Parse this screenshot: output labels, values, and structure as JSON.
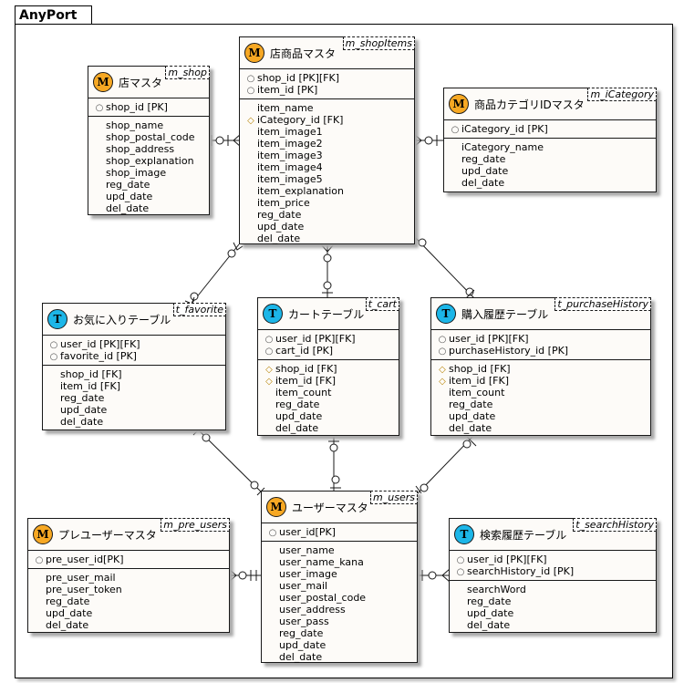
{
  "package": {
    "name": "AnyPort"
  },
  "entities": {
    "m_shop": {
      "title": "店マスタ",
      "tag": "m_shop",
      "stereo": "M",
      "keys": [
        {
          "mark": "pk",
          "text": "shop_id [PK]"
        }
      ],
      "attrs": [
        "shop_name",
        "shop_postal_code",
        "shop_address",
        "shop_explanation",
        "shop_image",
        "reg_date",
        "upd_date",
        "del_date"
      ]
    },
    "m_shopItems": {
      "title": "店商品マスタ",
      "tag": "m_shopItems",
      "stereo": "M",
      "keys": [
        {
          "mark": "pk",
          "text": "shop_id [PK][FK]"
        },
        {
          "mark": "pk",
          "text": "item_id [PK]"
        }
      ],
      "attrs": [
        "item_name",
        {
          "mark": "fk",
          "text": "iCategory_id [FK]"
        },
        "item_image1",
        "item_image2",
        "item_image3",
        "item_image4",
        "item_image5",
        "item_explanation",
        "item_price",
        "reg_date",
        "upd_date",
        "del_date"
      ]
    },
    "m_iCategory": {
      "title": "商品カテゴリIDマスタ",
      "tag": "m_iCategory",
      "stereo": "M",
      "keys": [
        {
          "mark": "pk",
          "text": "iCategory_id [PK]"
        }
      ],
      "attrs": [
        "iCategory_name",
        "reg_date",
        "upd_date",
        "del_date"
      ]
    },
    "t_favorite": {
      "title": "お気に入りテーブル",
      "tag": "t_favorite",
      "stereo": "T",
      "keys": [
        {
          "mark": "pk",
          "text": "user_id [PK][FK]"
        },
        {
          "mark": "pk",
          "text": "favorite_id [PK]"
        }
      ],
      "attrs": [
        "shop_id [FK]",
        "item_id [FK]",
        "reg_date",
        "upd_date",
        "del_date"
      ]
    },
    "t_cart": {
      "title": "カートテーブル",
      "tag": "t_cart",
      "stereo": "T",
      "keys": [
        {
          "mark": "pk",
          "text": "user_id [PK][FK]"
        },
        {
          "mark": "pk",
          "text": "cart_id [PK]"
        }
      ],
      "attrs": [
        {
          "mark": "fk",
          "text": "shop_id [FK]"
        },
        {
          "mark": "fk",
          "text": "item_id [FK]"
        },
        "item_count",
        "reg_date",
        "upd_date",
        "del_date"
      ]
    },
    "t_purchaseHistory": {
      "title": "購入履歴テーブル",
      "tag": "t_purchaseHistory",
      "stereo": "T",
      "keys": [
        {
          "mark": "pk",
          "text": "user_id [PK][FK]"
        },
        {
          "mark": "pk",
          "text": "purchaseHistory_id [PK]"
        }
      ],
      "attrs": [
        {
          "mark": "fk",
          "text": "shop_id [FK]"
        },
        {
          "mark": "fk",
          "text": "item_id [FK]"
        },
        "item_count",
        "reg_date",
        "upd_date",
        "del_date"
      ]
    },
    "m_pre_users": {
      "title": "プレユーザーマスタ",
      "tag": "m_pre_users",
      "stereo": "M",
      "keys": [
        {
          "mark": "pk",
          "text": "pre_user_id[PK]"
        }
      ],
      "attrs": [
        "pre_user_mail",
        "pre_user_token",
        "reg_date",
        "upd_date",
        "del_date"
      ]
    },
    "m_users": {
      "title": "ユーザーマスタ",
      "tag": "m_users",
      "stereo": "M",
      "keys": [
        {
          "mark": "pk",
          "text": "user_id[PK]"
        }
      ],
      "attrs": [
        "user_name",
        "user_name_kana",
        "user_image",
        "user_mail",
        "user_postal_code",
        "user_address",
        "user_pass",
        "reg_date",
        "upd_date",
        "del_date"
      ]
    },
    "t_searchHistory": {
      "title": "検索履歴テーブル",
      "tag": "t_searchHistory",
      "stereo": "T",
      "keys": [
        {
          "mark": "pk",
          "text": "user_id [PK][FK]"
        },
        {
          "mark": "pk",
          "text": "searchHistory_id [PK]"
        }
      ],
      "attrs": [
        "searchWord",
        "reg_date",
        "upd_date",
        "del_date"
      ]
    }
  },
  "colors": {
    "master_badge": "#f7a823",
    "table_badge": "#1cb6e8",
    "entity_bg": "#fdfbf8"
  }
}
